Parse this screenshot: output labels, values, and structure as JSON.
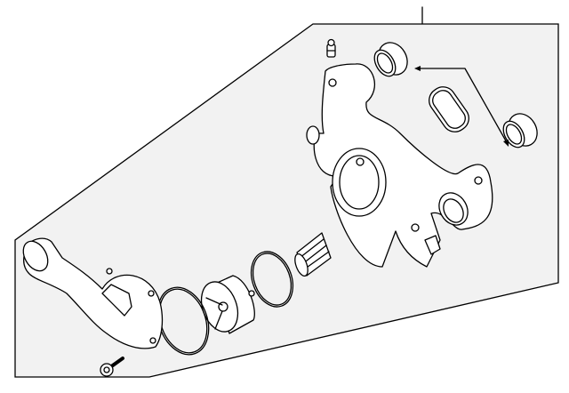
{
  "diagram": {
    "type": "exploded parts diagram",
    "colors": {
      "background": "#ffffff",
      "panel": "#f2f2f2",
      "line": "#000000"
    },
    "parts": [
      {
        "name": "outlet-housing",
        "icon": "thermostat-housing-icon"
      },
      {
        "name": "bleeder-fitting",
        "icon": "fitting-icon"
      },
      {
        "name": "hose-connector-upper",
        "icon": "pipe-connector-icon"
      },
      {
        "name": "hose-connector-lower",
        "icon": "pipe-connector-icon"
      },
      {
        "name": "gasket",
        "icon": "gasket-icon"
      },
      {
        "name": "spring",
        "icon": "spring-icon"
      },
      {
        "name": "o-ring-small",
        "icon": "o-ring-icon"
      },
      {
        "name": "thermostat",
        "icon": "thermostat-icon"
      },
      {
        "name": "o-ring-large",
        "icon": "o-ring-icon"
      },
      {
        "name": "cover-inlet",
        "icon": "inlet-cover-icon"
      },
      {
        "name": "bolt",
        "icon": "bolt-icon"
      }
    ]
  }
}
